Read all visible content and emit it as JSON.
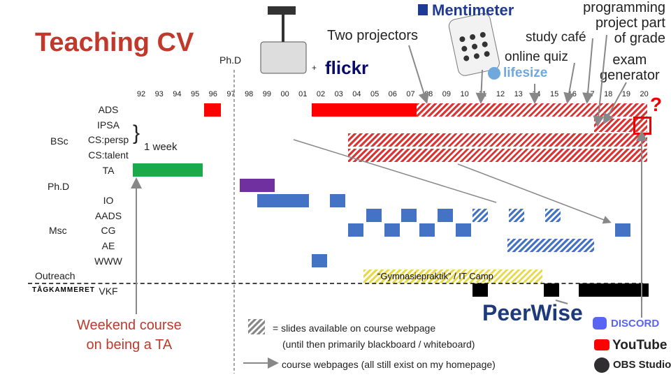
{
  "title": "Teaching CV",
  "annotations": {
    "phd": "Ph.D",
    "two_projectors": "Two projectors",
    "plus": "+",
    "flickr": "flickr",
    "mentimeter": "Mentimeter",
    "study_cafe": "study café",
    "online_quiz": "online quiz",
    "lifesize": "lifesize",
    "programming_line1": "programming",
    "programming_line2": "project part",
    "programming_line3": "of grade",
    "exam_line1": "exam",
    "exam_line2": "generator",
    "question_mark": "?",
    "one_week": "1 week",
    "gymnasiepraktik": "“Gymnasiepraktik” / IT Camp",
    "weekend_line1": "Weekend course",
    "weekend_line2": "on being a TA",
    "legend_slides": "=  slides available on course webpage",
    "legend_slides2": "(until then  primarily blackboard / whiteboard)",
    "legend_webpages": "course webpages (all still exist on my homepage)",
    "peerwise": "PeerWise",
    "discord": "DISCORD",
    "youtube": "YouTube",
    "obs": "OBS Studio",
    "tagkammeret": "TÅGKAMMERET"
  },
  "years": [
    "92",
    "93",
    "94",
    "95",
    "96",
    "97",
    "98",
    "99",
    "00",
    "01",
    "02",
    "03",
    "04",
    "05",
    "06",
    "07",
    "08",
    "09",
    "10",
    "11",
    "12",
    "13",
    "14",
    "15",
    "16",
    "17",
    "18",
    "19",
    "20"
  ],
  "groups": [
    "BSc",
    "Ph.D",
    "Msc",
    "Outreach"
  ],
  "rows": [
    "ADS",
    "IPSA",
    "CS:persp",
    "CS:talent",
    "TA",
    "IO",
    "AADS",
    "CG",
    "AE",
    "WWW",
    "VKF"
  ],
  "colors": {
    "title": "#c0392b",
    "red": "#ff0000",
    "green": "#1aaa4a",
    "purple": "#7030a0",
    "blue": "#4472c4",
    "yellow": "#e8d94a",
    "black": "#000000"
  }
}
